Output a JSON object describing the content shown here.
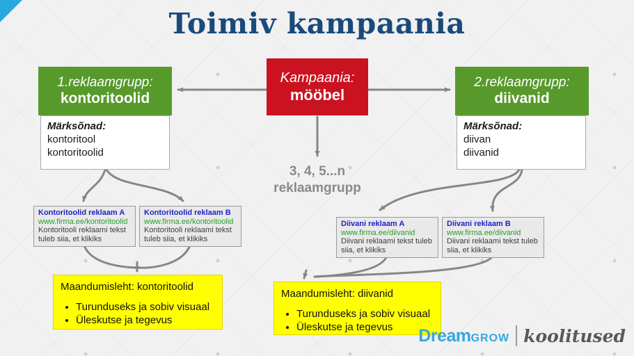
{
  "slide": {
    "title": "Toimiv kampaania"
  },
  "campaign_box": {
    "label": "Kampaania:",
    "value": "mööbel"
  },
  "ad_group_left": {
    "label": "1.reklaamgrupp:",
    "value": "kontoritoolid"
  },
  "ad_group_right": {
    "label": "2.reklaamgrupp:",
    "value": "diivanid"
  },
  "keywords_left": {
    "title": "Märksõnad:",
    "items": [
      "kontoritool",
      "kontoritoolid"
    ]
  },
  "keywords_right": {
    "title": "Märksõnad:",
    "items": [
      "diivan",
      "diivanid"
    ]
  },
  "more_groups": {
    "line1": "3, 4, 5...n",
    "line2": "reklaamgrupp"
  },
  "ads": [
    {
      "title": "Kontoritoolid reklaam A",
      "url": "www.firma.ee/kontoritoolid",
      "body": "Kontoritooli reklaami tekst tuleb siia, et klikiks"
    },
    {
      "title": "Kontoritoolid reklaam B",
      "url": "www.firma.ee/kontoritoolid",
      "body": "Kontoritooli reklaami tekst tuleb siia, et klikiks"
    },
    {
      "title": "Diivani reklaam A",
      "url": "www.firma.ee/diivanid",
      "body": "Diivani reklaami tekst tuleb siia, et klikiks"
    },
    {
      "title": "Diivani reklaam B",
      "url": "www.firma.ee/diivanid",
      "body": "Diivani reklaami tekst tuleb siia, et klikiks"
    }
  ],
  "landing_left": {
    "title": "Maandumisleht: kontoritoolid",
    "bullets": [
      "Turunduseks ja sobiv visuaal",
      "Üleskutse ja tegevus"
    ]
  },
  "landing_right": {
    "title": "Maandumisleht: diivanid",
    "bullets": [
      "Turunduseks ja sobiv visuaal",
      "Üleskutse ja tegevus"
    ]
  },
  "logo": {
    "dream": "Dream",
    "grow": "GROW",
    "suffix": "koolitused"
  },
  "colors": {
    "background": "#f1f1f2",
    "title_navy": "#1a4a7a",
    "campaign_red": "#cb1220",
    "group_green": "#579a2b",
    "landing_yellow": "#ffff00",
    "corner_cyan": "#29a8e0",
    "arrow_gray": "#868686",
    "ad_title_blue": "#2121cc",
    "ad_url_green": "#2f9a2f",
    "logo_blue": "#35a7de"
  }
}
